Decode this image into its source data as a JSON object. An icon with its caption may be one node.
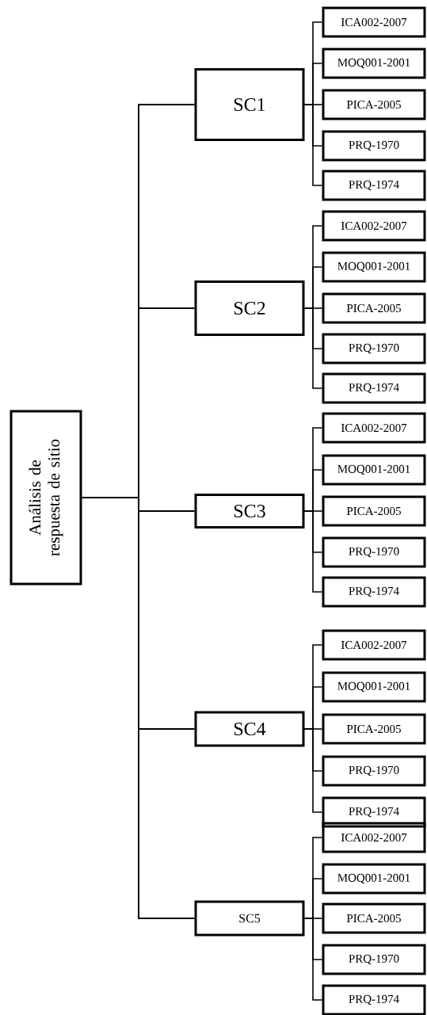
{
  "diagram": {
    "nodes": [
      {
        "text": [
          "Análisis de respuesta de sitio"
        ]
      },
      {
        "text": [
          "SC1"
        ]
      },
      {
        "text": [
          "ICA002-2007"
        ]
      },
      {
        "text": [
          "MOQ001-2001"
        ]
      },
      {
        "text": [
          "PICA-2005"
        ]
      },
      {
        "text": [
          "PRQ-1970"
        ]
      },
      {
        "text": [
          "PRQ-1974"
        ]
      },
      {
        "text": [
          "SC2"
        ]
      },
      {
        "text": [
          "ICA002-2007"
        ]
      },
      {
        "text": [
          "MOQ001-2001"
        ]
      },
      {
        "text": [
          "PICA-2005"
        ]
      },
      {
        "text": [
          "PRQ-1970"
        ]
      },
      {
        "text": [
          "PRQ-1974"
        ]
      },
      {
        "text": [
          "SC3"
        ]
      },
      {
        "text": [
          "ICA002-2007"
        ]
      },
      {
        "text": [
          "MOQ001-2001"
        ]
      },
      {
        "text": [
          "PICA-2005"
        ]
      },
      {
        "text": [
          "PRQ-1970"
        ]
      },
      {
        "text": [
          "PRQ-1974"
        ]
      },
      {
        "text": [
          "SC4"
        ]
      },
      {
        "text": [
          "ICA002-2007"
        ]
      },
      {
        "text": [
          "MOQ001-2001"
        ]
      },
      {
        "text": [
          "PICA-2005"
        ]
      },
      {
        "text": [
          "PRQ-1970"
        ]
      },
      {
        "text": [
          "PRQ-1974"
        ]
      },
      {
        "text": [
          "SC5"
        ]
      },
      {
        "text": [
          "ICA002-2007"
        ]
      },
      {
        "text": [
          "MOQ001-2001"
        ]
      },
      {
        "text": [
          "PICA-2005"
        ]
      },
      {
        "text": [
          "PRQ-1970"
        ]
      },
      {
        "text": [
          "PRQ-1974"
        ]
      }
    ],
    "edges": [
      {
        "from": 0,
        "to": 1,
        "arrow": "none"
      },
      {
        "from": 0,
        "to": 7,
        "arrow": "none"
      },
      {
        "from": 0,
        "to": 13,
        "arrow": "none"
      },
      {
        "from": 0,
        "to": 19,
        "arrow": "none"
      },
      {
        "from": 0,
        "to": 25,
        "arrow": "none"
      },
      {
        "from": 1,
        "to": 2,
        "arrow": "none"
      },
      {
        "from": 1,
        "to": 3,
        "arrow": "none"
      },
      {
        "from": 1,
        "to": 4,
        "arrow": "none"
      },
      {
        "from": 1,
        "to": 5,
        "arrow": "none"
      },
      {
        "from": 1,
        "to": 6,
        "arrow": "none"
      },
      {
        "from": 7,
        "to": 8,
        "arrow": "none"
      },
      {
        "from": 7,
        "to": 9,
        "arrow": "none"
      },
      {
        "from": 7,
        "to": 10,
        "arrow": "none"
      },
      {
        "from": 7,
        "to": 11,
        "arrow": "none"
      },
      {
        "from": 7,
        "to": 12,
        "arrow": "none"
      },
      {
        "from": 13,
        "to": 14,
        "arrow": "none"
      },
      {
        "from": 13,
        "to": 15,
        "arrow": "none"
      },
      {
        "from": 13,
        "to": 16,
        "arrow": "none"
      },
      {
        "from": 13,
        "to": 17,
        "arrow": "none"
      },
      {
        "from": 13,
        "to": 18,
        "arrow": "none"
      },
      {
        "from": 19,
        "to": 20,
        "arrow": "none"
      },
      {
        "from": 19,
        "to": 21,
        "arrow": "none"
      },
      {
        "from": 19,
        "to": 22,
        "arrow": "none"
      },
      {
        "from": 19,
        "to": 23,
        "arrow": "none"
      },
      {
        "from": 19,
        "to": 24,
        "arrow": "none"
      },
      {
        "from": 25,
        "to": 26,
        "arrow": "none"
      },
      {
        "from": 25,
        "to": 27,
        "arrow": "none"
      },
      {
        "from": 25,
        "to": 28,
        "arrow": "none"
      },
      {
        "from": 25,
        "to": 29,
        "arrow": "none"
      },
      {
        "from": 25,
        "to": 30,
        "arrow": "none"
      }
    ]
  }
}
